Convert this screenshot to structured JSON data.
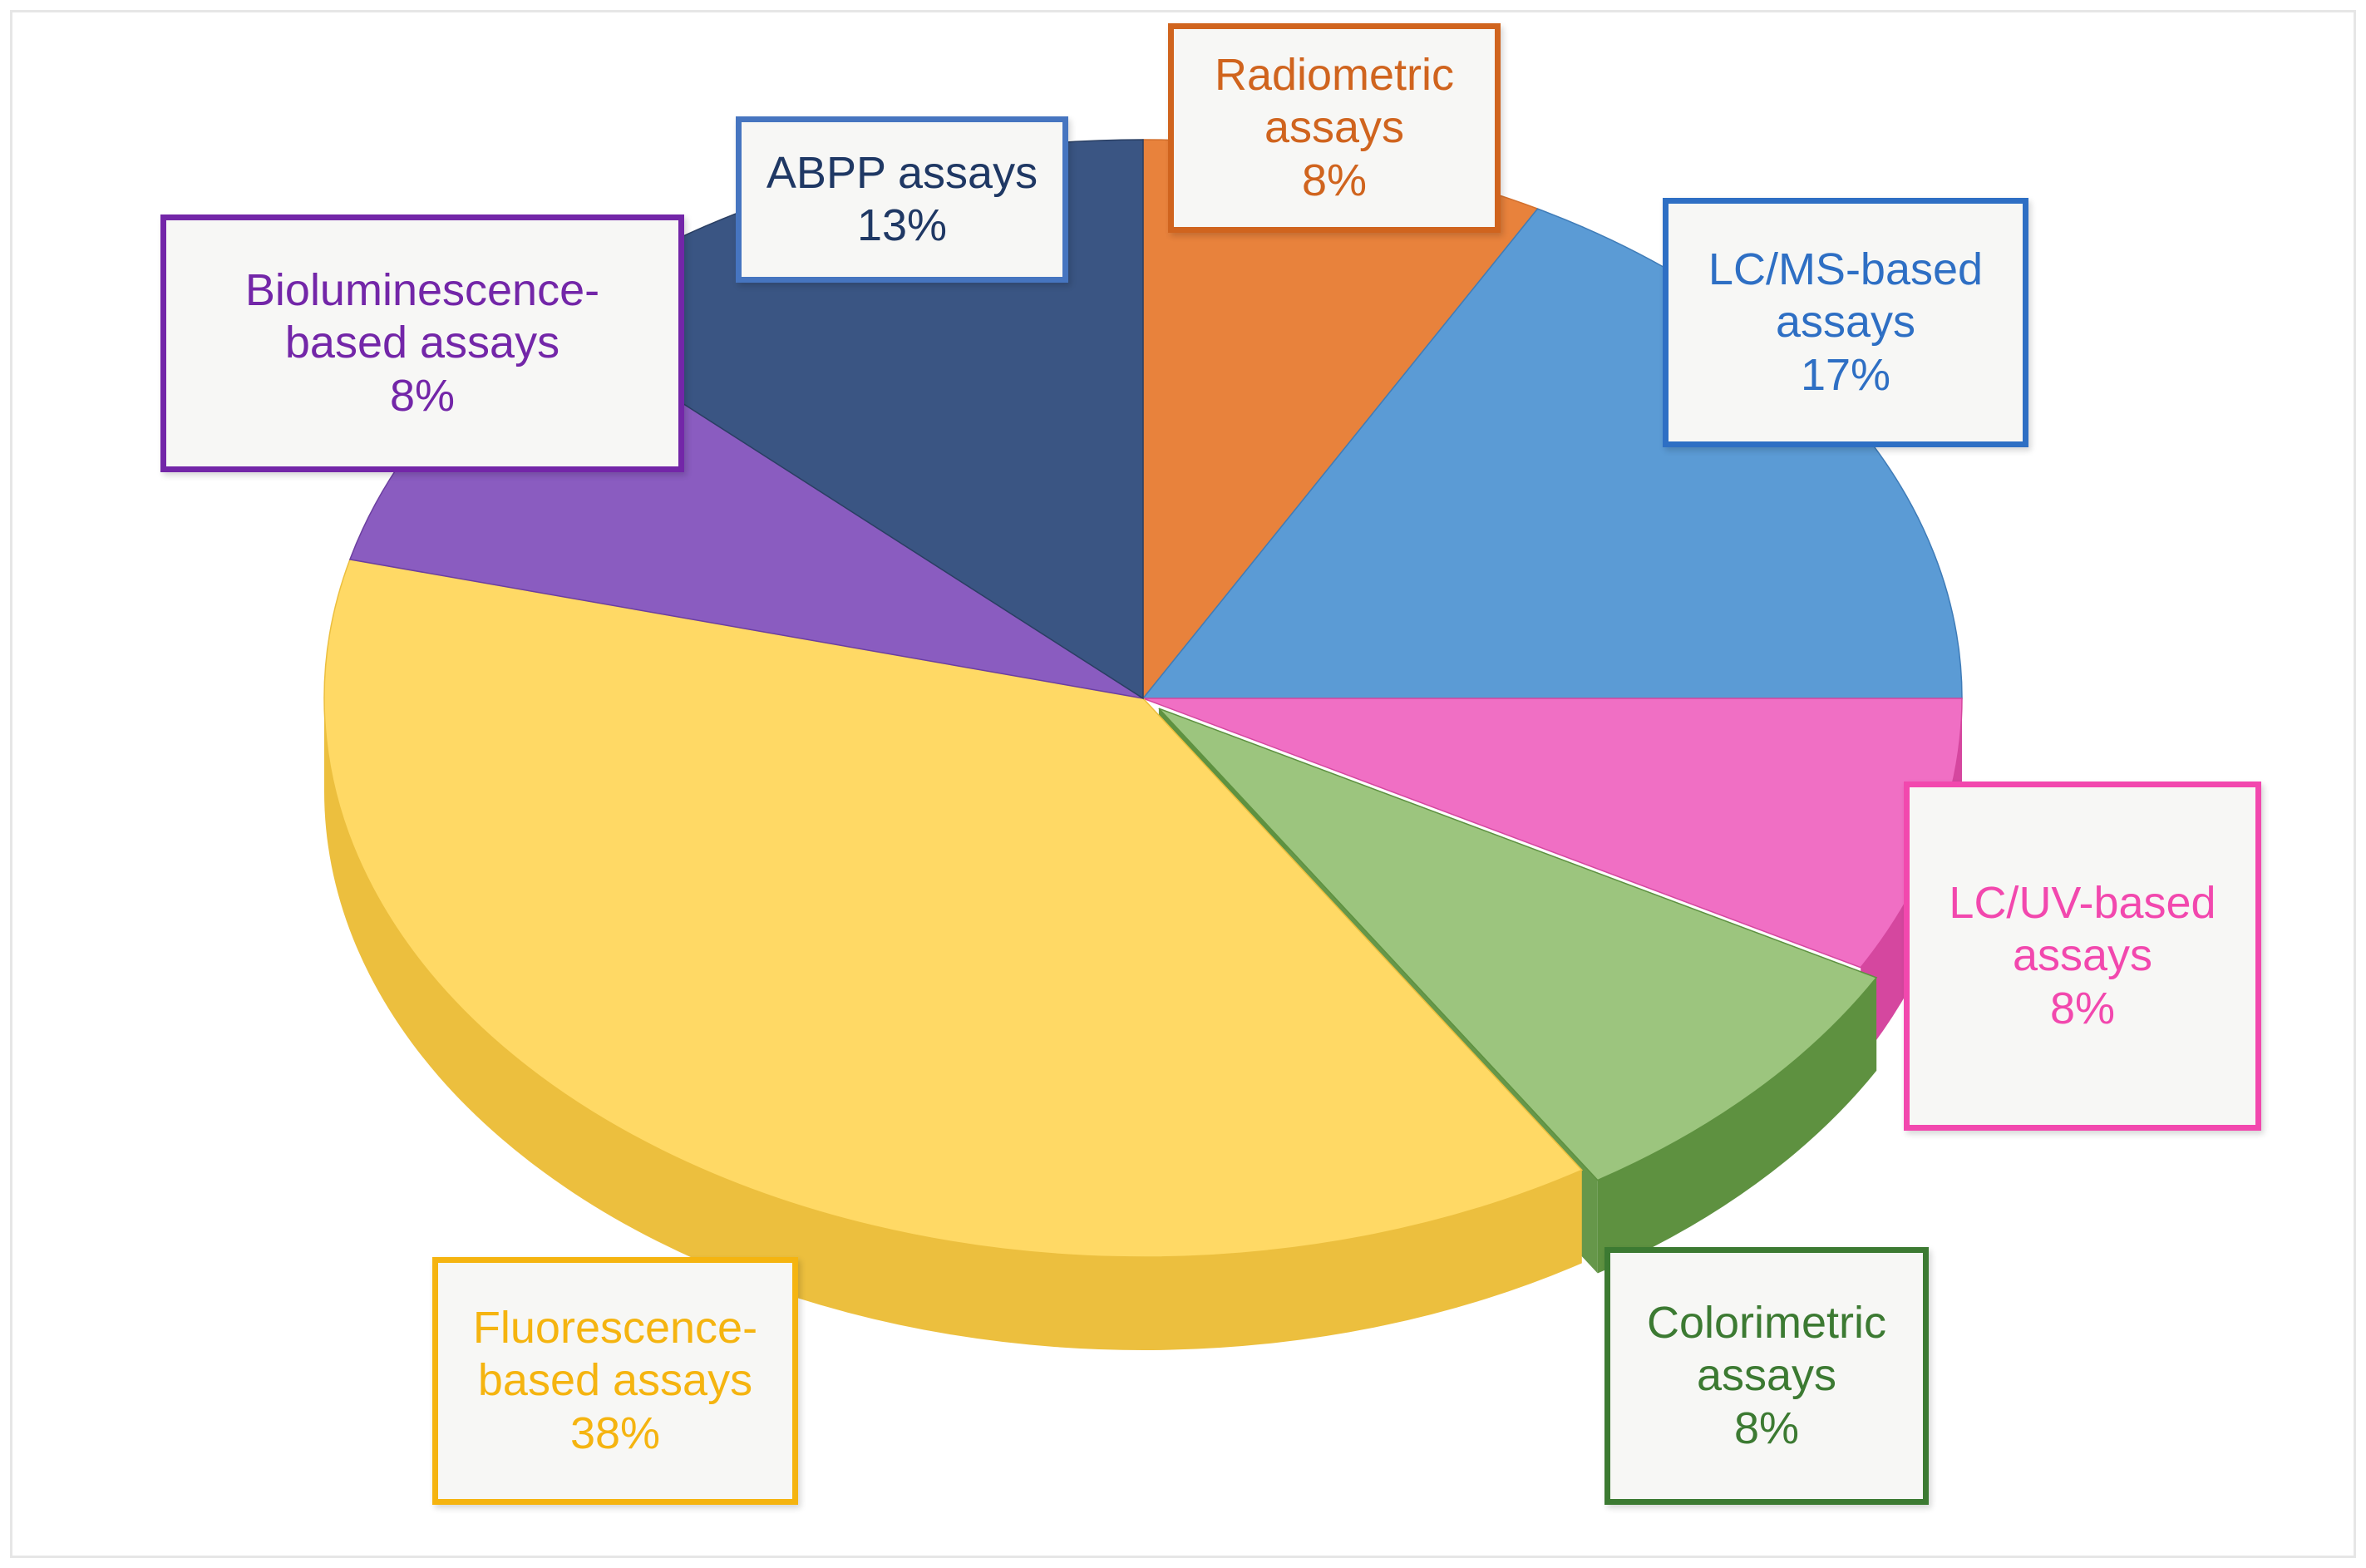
{
  "figure": {
    "background": "#ffffff",
    "frame_color": "#e6e6e6"
  },
  "chart_data": {
    "type": "pie",
    "title": "",
    "subtitle": "",
    "style": "3d-pie",
    "legend_position": "callout-labels",
    "grid": false,
    "categories": [
      "Radiometric assays",
      "LC/MS-based assays",
      "LC/UV-based assays",
      "Colorimetric assays",
      "Fluorescence-based assays",
      "Bioluminescence-based assays",
      "ABPP assays"
    ],
    "values": [
      8,
      17,
      8,
      8,
      38,
      8,
      13
    ],
    "value_suffix": "%",
    "colors": [
      "#E8823C",
      "#5B9BD5",
      "#F06FC4",
      "#70AD47",
      "#FFD24D",
      "#8A5CC0",
      "#3A5583"
    ],
    "slices": [
      {
        "label": "Radiometric assays",
        "value": 8,
        "pct_label": "8%",
        "color": "#E8823C",
        "side_color": "#D2702E",
        "label_color": "#D0641E"
      },
      {
        "label": "LC/MS-based assays",
        "value": 17,
        "pct_label": "17%",
        "color": "#5B9BD5",
        "side_color": "#3F7CB8",
        "label_color": "#2E6FC4"
      },
      {
        "label": "LC/UV-based assays",
        "value": 8,
        "pct_label": "8%",
        "color": "#F06FC4",
        "side_color": "#D5479F",
        "label_color": "#F248AE"
      },
      {
        "label": "Colorimetric assays",
        "value": 8,
        "pct_label": "8%",
        "color": "#9CC57E",
        "side_color": "#5E9140",
        "label_color": "#3C7A32"
      },
      {
        "label": "Fluorescence-based assays",
        "value": 38,
        "pct_label": "38%",
        "color": "#FFD965",
        "side_color": "#ECBF3E",
        "label_color": "#F5B410"
      },
      {
        "label": "Bioluminescence-based assays",
        "value": 8,
        "pct_label": "8%",
        "color": "#8A5CC0",
        "side_color": "#6C3FA0",
        "label_color": "#7326A8"
      },
      {
        "label": "ABPP assays",
        "value": 13,
        "pct_label": "13%",
        "color": "#3A5583",
        "side_color": "#2A3F63",
        "label_color": "#1F3864"
      }
    ]
  },
  "labels": {
    "radiometric": {
      "line1": "Radiometric",
      "line2": "assays",
      "pct": "8%",
      "color": "#D0641E",
      "border": "#D0641E"
    },
    "abpp": {
      "line1": "ABPP assays",
      "line2": "",
      "pct": "13%",
      "color": "#1F3864",
      "border": "#4675C0"
    },
    "lcms": {
      "line1": "LC/MS-based",
      "line2": "assays",
      "pct": "17%",
      "color": "#2E6FC4",
      "border": "#2E6FC4"
    },
    "bioluminescence": {
      "line1": "Bioluminescence-",
      "line2": "based assays",
      "pct": "8%",
      "color": "#7326A8",
      "border": "#7326A8"
    },
    "lcuv": {
      "line1": "LC/UV-based",
      "line2": "assays",
      "pct": "8%",
      "color": "#F248AE",
      "border": "#F248AE"
    },
    "colorimetric": {
      "line1": "Colorimetric",
      "line2": "assays",
      "pct": "8%",
      "color": "#3C7A32",
      "border": "#3C7A32"
    },
    "fluorescence": {
      "line1": "Fluorescence-",
      "line2": "based assays",
      "pct": "38%",
      "color": "#F5B410",
      "border": "#F5B410"
    }
  }
}
